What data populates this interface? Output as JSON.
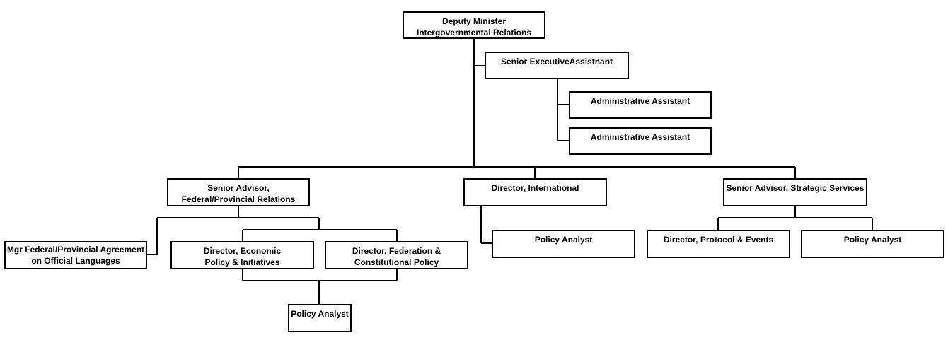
{
  "nodes": {
    "deputy": {
      "line1": "Deputy Minister",
      "line2": "Intergovernmental Relations"
    },
    "exec_assistant": {
      "line1": "Senior ExecutiveAssistnant"
    },
    "admin1": {
      "line1": "Administrative Assistant"
    },
    "admin2": {
      "line1": "Administrative Assistant"
    },
    "sa_fpr": {
      "line1": "Senior Advisor,",
      "line2": "Federal/Provincial Relations"
    },
    "dir_international": {
      "line1": "Director, International"
    },
    "sa_strategic": {
      "line1": "Senior Advisor, Strategic Services"
    },
    "mgr_official_lang": {
      "line1": "Mgr Federal/Provincial Agreement",
      "line2": "on Official Languages"
    },
    "dir_economic": {
      "line1": "Director, Economic",
      "line2": "Policy & Initiatives"
    },
    "dir_federation": {
      "line1": "Director, Federation &",
      "line2": "Constitutional Policy"
    },
    "pa_fpr": {
      "line1": "Policy Analyst"
    },
    "pa_international": {
      "line1": "Policy Analyst"
    },
    "dir_protocol": {
      "line1": "Director, Protocol & Events"
    },
    "pa_strategic": {
      "line1": "Policy Analyst"
    }
  }
}
